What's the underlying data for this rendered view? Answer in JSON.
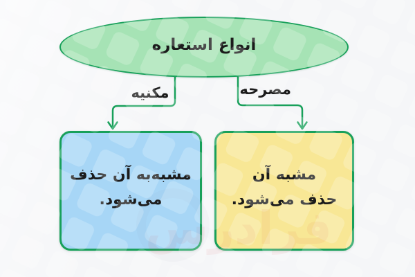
{
  "diagram": {
    "root": {
      "label": "انواع استعاره"
    },
    "branches": [
      {
        "id": "makniyeh",
        "label": "مکنیه",
        "box_lines": [
          "مشبه‌به آن حذف",
          "می‌شود."
        ]
      },
      {
        "id": "mosarraha",
        "label": "مصرحه",
        "box_lines": [
          "مشبه آن",
          "حذف می‌شود."
        ]
      }
    ],
    "watermark": {
      "text": "فرادرس"
    },
    "colors": {
      "background": "#f5f6f8",
      "stroke-green": "#18a05a",
      "ellipse-fill": "#a6e3b5",
      "left-box-fill": "#a7d6f6",
      "right-box-fill": "#f8e795",
      "text": "#1b1b1b"
    }
  }
}
